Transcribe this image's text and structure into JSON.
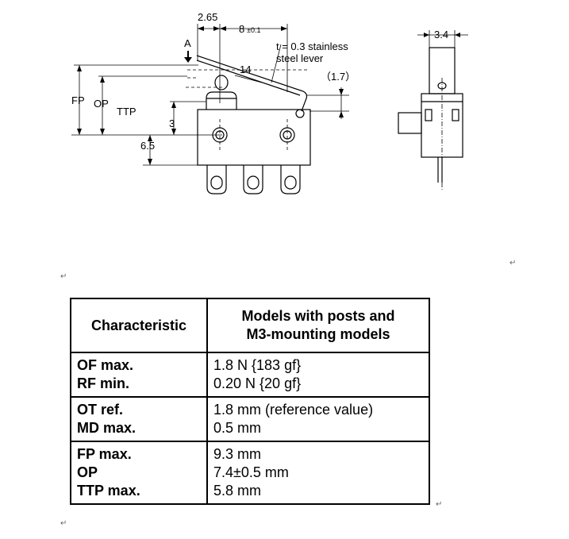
{
  "drawing": {
    "dim_265": "2.65",
    "dim_8": "8",
    "dim_8_tol": "±0.1",
    "note_line1": "t = 0.3 stainless",
    "note_line2": "steel lever",
    "label_a": "A",
    "dim_14": "14",
    "dim_17": "（1.7）",
    "label_fp": "FP",
    "label_op": "OP",
    "label_ttp": "TTP",
    "dim_3": "3",
    "dim_65": "6.5",
    "dim_34": "3.4"
  },
  "marks": {
    "para": "↵"
  },
  "table": {
    "header_characteristic": "Characteristic",
    "header_models_line1": "Models with posts and",
    "header_models_line2": "M3-mounting models",
    "rows": [
      {
        "labels": [
          "OF max.",
          "RF min."
        ],
        "values": [
          "1.8 N {183 gf}",
          "0.20 N {20 gf}"
        ]
      },
      {
        "labels": [
          "OT ref.",
          "MD max."
        ],
        "values": [
          "1.8 mm (reference value)",
          "0.5 mm"
        ]
      },
      {
        "labels": [
          "FP max.",
          "OP",
          "TTP max."
        ],
        "values": [
          "9.3 mm",
          "7.4±0.5 mm",
          "5.8 mm"
        ]
      }
    ]
  }
}
